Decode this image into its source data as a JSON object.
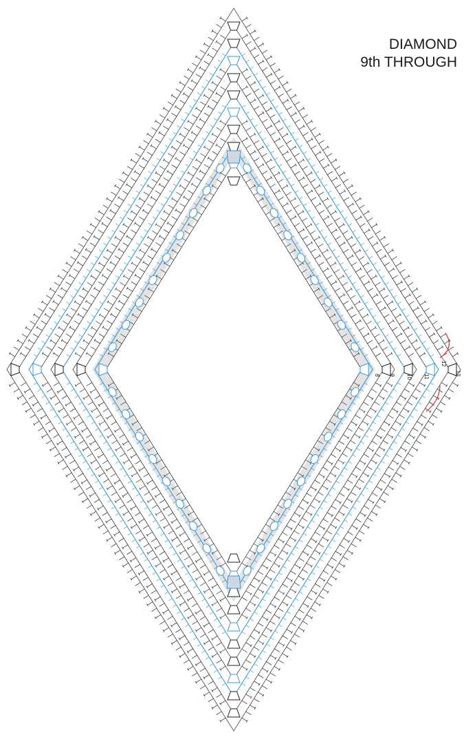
{
  "title": {
    "line1": "DIAMOND",
    "line2": "9th THROUGH"
  },
  "round_labels": [
    "8",
    "9",
    "10",
    "11",
    "12",
    "13"
  ],
  "colors": {
    "black_stitch": "#1f1f1f",
    "blue_stitch": "#3a9ad9",
    "center_band": "#e3e3e3",
    "direction_arrow": "#e0312d",
    "background": "#ffffff"
  }
}
